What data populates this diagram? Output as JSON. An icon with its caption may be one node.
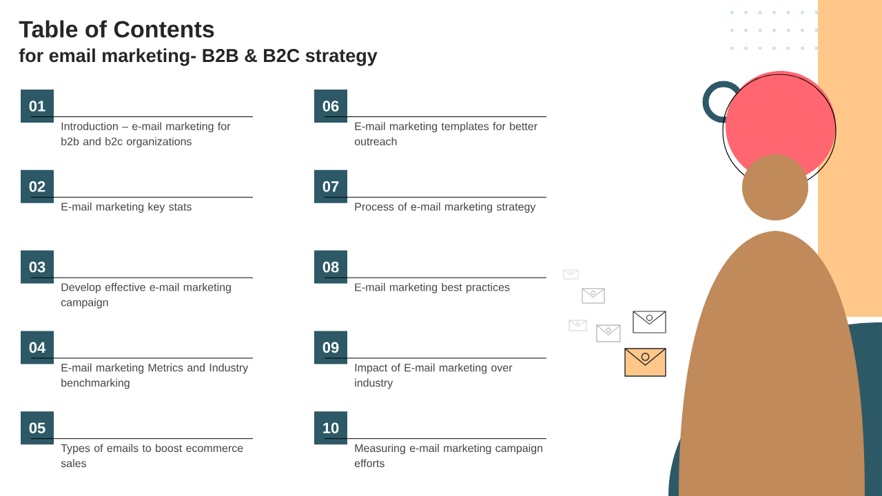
{
  "diagram": {
    "title": "Table of Contents",
    "nodes": [
      {
        "text": [
          "01"
        ],
        "beside": [
          "Introduction – e-mail marketing for b2b and b2c organizations"
        ]
      },
      {
        "text": [
          "02"
        ],
        "beside": [
          "E-mail marketing key stats"
        ]
      },
      {
        "text": [
          "03"
        ],
        "beside": [
          "Develop effective e-mail marketing campaign"
        ]
      },
      {
        "text": [
          "04"
        ],
        "beside": [
          "E-mail marketing Metrics and Industry benchmarking"
        ]
      },
      {
        "text": [
          "05"
        ],
        "beside": [
          "Types of emails to boost ecommerce sales"
        ]
      },
      {
        "text": [
          "06"
        ],
        "beside": [
          "E-mail marketing templates for better outreach"
        ]
      },
      {
        "text": [
          "07"
        ],
        "beside": [
          "Process of e-mail marketing strategy"
        ]
      },
      {
        "text": [
          "08"
        ],
        "beside": [
          "E-mail marketing best practices"
        ]
      },
      {
        "text": [
          "09"
        ],
        "beside": [
          "Impact of E-mail marketing over industry"
        ]
      },
      {
        "text": [
          "10"
        ],
        "beside": [
          "Measuring e-mail marketing campaign efforts"
        ]
      }
    ],
    "labels": [
      "for email marketing- B2B & B2C strategy"
    ]
  }
}
